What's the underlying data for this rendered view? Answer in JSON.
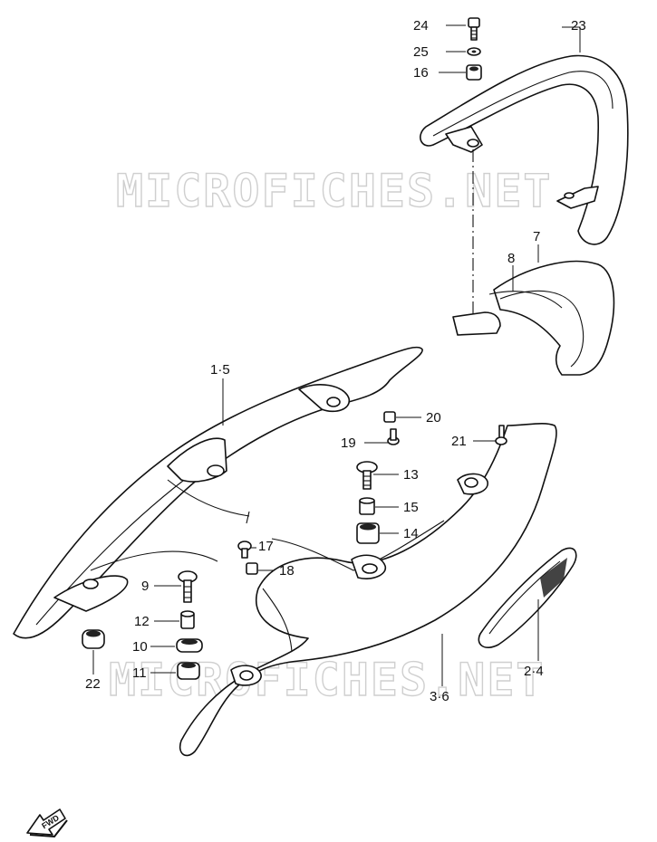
{
  "watermark": {
    "top_text": "MICROFICHES.NET",
    "bottom_text": "MICROFICHES.NET"
  },
  "fwd_indicator": {
    "label": "FWD"
  },
  "callouts": {
    "p23": "23",
    "p24": "24",
    "p25": "25",
    "p16": "16",
    "p7": "7",
    "p8": "8",
    "p1_5": "1·5",
    "p20": "20",
    "p19": "19",
    "p21": "21",
    "p13": "13",
    "p15": "15",
    "p14": "14",
    "p17": "17",
    "p18": "18",
    "p9": "9",
    "p12": "12",
    "p10": "10",
    "p11": "11",
    "p22": "22",
    "p2_4": "2·4",
    "p3_6": "3·6"
  }
}
